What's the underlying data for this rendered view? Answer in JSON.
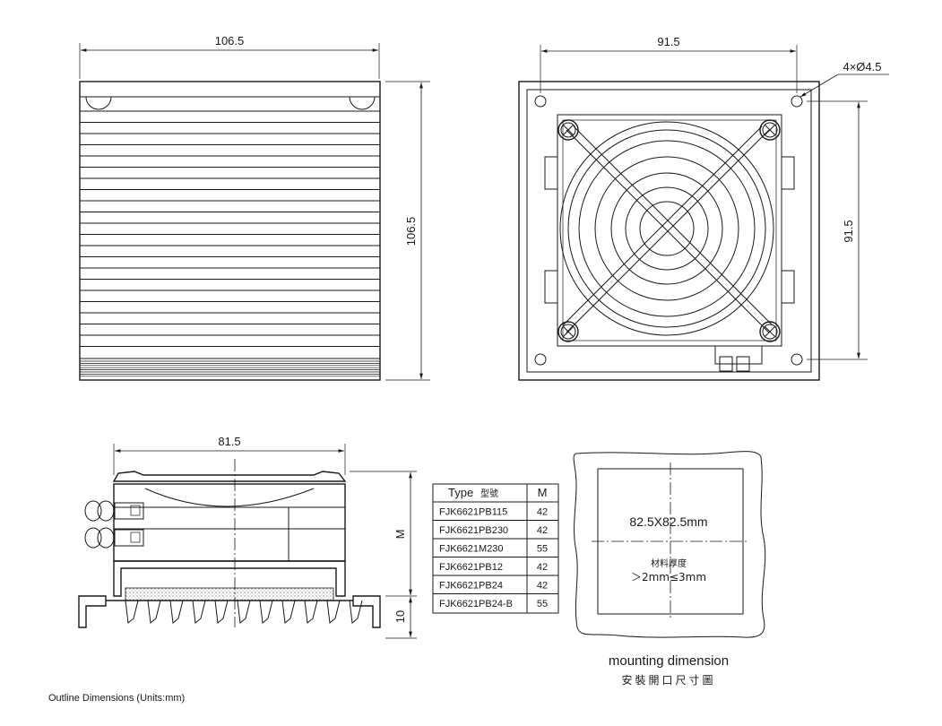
{
  "top_view": {
    "width_label": "106.5",
    "height_label": "106.5"
  },
  "front_view": {
    "width_label": "91.5",
    "height_label": "91.5",
    "hole_label": "4×Ø4.5"
  },
  "side_view": {
    "width_label": "81.5",
    "m_label": "M",
    "base_label": "10"
  },
  "type_table": {
    "header_type": "Type",
    "header_type_cn": "型號",
    "header_m": "M",
    "rows": [
      {
        "model": "FJK6621PB115",
        "m": "42"
      },
      {
        "model": "FJK6621PB230",
        "m": "42"
      },
      {
        "model": "FJK6621M230",
        "m": "55"
      },
      {
        "model": "FJK6621PB12",
        "m": "42"
      },
      {
        "model": "FJK6621PB24",
        "m": "42"
      },
      {
        "model": "FJK6621PB24-B",
        "m": "55"
      }
    ]
  },
  "mounting": {
    "cutout_label": "82.5X82.5mm",
    "thickness_cn": "材料厚度",
    "thickness_range": "＞2mm≤3mm",
    "title": "mounting dimension",
    "title_cn": "安裝開口尺寸圖"
  },
  "footer": {
    "note": "Outline Dimensions (Units:mm)"
  }
}
